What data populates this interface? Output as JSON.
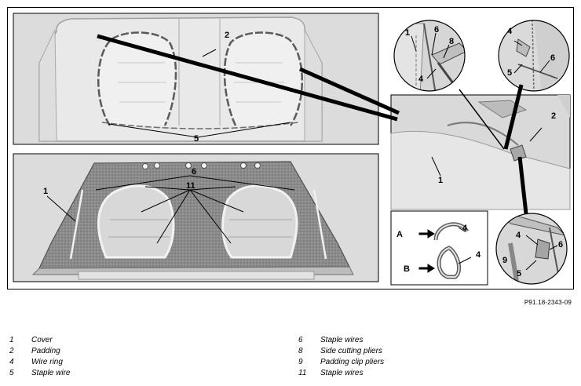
{
  "figure_code": "P91.18-2343-09",
  "callouts": {
    "top_panel": [
      "2",
      "5"
    ],
    "bottom_panel": [
      "1",
      "6",
      "11"
    ],
    "detail_a": [
      "1",
      "6",
      "8",
      "4"
    ],
    "detail_b": [
      "4",
      "5",
      "6"
    ],
    "detail_center": [
      "1",
      "2"
    ],
    "detail_rings": [
      "A",
      "4",
      "B",
      "4"
    ],
    "detail_c": [
      "4",
      "6",
      "9",
      "5"
    ]
  },
  "legend": {
    "left": [
      {
        "num": "1",
        "text": "Cover"
      },
      {
        "num": "2",
        "text": "Padding"
      },
      {
        "num": "4",
        "text": "Wire ring"
      },
      {
        "num": "5",
        "text": "Staple wire"
      }
    ],
    "right": [
      {
        "num": "6",
        "text": "Staple wires"
      },
      {
        "num": "8",
        "text": "Side cutting pliers"
      },
      {
        "num": "9",
        "text": "Padding clip pliers"
      },
      {
        "num": "11",
        "text": "Staple wires"
      }
    ]
  },
  "colors": {
    "panel_bg": "#dcdcdc",
    "seat_fill": "#e8e8e8",
    "seat_stroke": "#9a9a9a",
    "foam_fill": "#8e8e8e",
    "leader": "#000000"
  }
}
